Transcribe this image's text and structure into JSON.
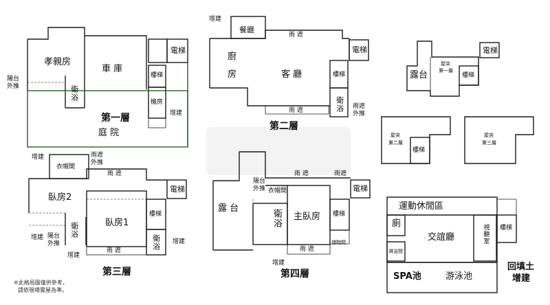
{
  "floor1": {
    "title": "第一層",
    "rooms": {
      "parents": "孝親房",
      "garage": "車 庫",
      "elevator": "電梯",
      "stairs": "樓梯",
      "machine": "機房",
      "bath": "衛浴",
      "garden": "庭 院"
    },
    "notes": {
      "balcony": "陽台",
      "push": "外推",
      "addition": "增建"
    }
  },
  "floor2": {
    "title": "第二層",
    "rooms": {
      "dining": "餐廳",
      "kitchen": "廚",
      "kitchen2": "房",
      "living": "客 廳",
      "elevator": "電梯",
      "stairs": "樓梯",
      "bath": "衛浴"
    },
    "notes": {
      "addition": "增建",
      "rain1": "雨 遮",
      "rain2": "雨 遮",
      "rain3": "雨遮",
      "push": "外推"
    }
  },
  "roof": {
    "terrace": "露台",
    "r1": "屋突",
    "r1b": "第一層",
    "r2": "屋突",
    "r2b": "第二層",
    "r3": "屋突",
    "r3b": "第三層",
    "elevator": "電梯",
    "stairs1": "樓梯",
    "stairs2": "樓梯"
  },
  "floor3": {
    "title": "第三層",
    "rooms": {
      "closet": "衣帽間",
      "bedroom2": "臥房2",
      "bedroom1": "臥房1",
      "elevator": "電梯",
      "stairs": "樓梯",
      "bath1": "衛浴",
      "bath2": "衛浴"
    },
    "notes": {
      "addition1": "增建",
      "rain_top": "雨遮",
      "push_top": "外推",
      "rain1": "雨 遮",
      "rain2": "雨 遮",
      "addition2": "增建",
      "balcony": "陽台",
      "push": "外推",
      "addition3": "增建",
      "addition4": "增建"
    }
  },
  "floor4": {
    "title": "第四層",
    "rooms": {
      "terrace": "露 台",
      "closet": "衣帽間",
      "master": "主臥房",
      "elevator": "電梯",
      "stairs": "樓梯",
      "bath": "衛浴",
      "storage": "儲物間"
    },
    "notes": {
      "rain1": "雨 遮",
      "rain2": "雨遮",
      "balcony": "陽台",
      "push": "外推",
      "rain3": "雨 遮",
      "addition": "增建"
    }
  },
  "basement": {
    "zone": "運動休閒區",
    "toilet": "廁",
    "lounge": "交誼廳",
    "av": "視聽室",
    "stairs": "樓梯",
    "shower": "淋浴間",
    "spa": "SPA池",
    "pool": "游泳池"
  },
  "backfill": {
    "line1": "回填土",
    "line2": "增建"
  },
  "disclaimer": {
    "line1": "※此格局圖僅供參考，",
    "line2": "請依現場實屋為準。"
  }
}
